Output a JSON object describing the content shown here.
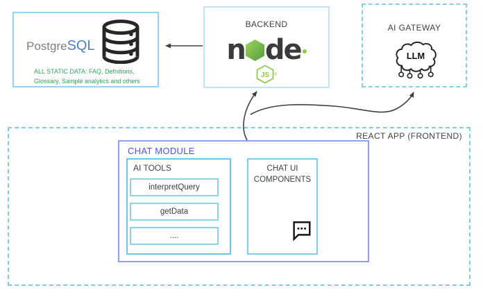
{
  "colors": {
    "solid_box_border": "#93d4ee",
    "backend_box_border": "#c0e5f4",
    "dashed_box_border": "#7fccea",
    "chat_module_border": "#8d9ff5",
    "chat_module_label": "#4355ef",
    "inner_tool_border": "#8ad3ef",
    "green_text": "#2ea35c",
    "node_green": "#8cc84b",
    "postgres_blue": "#4a80c2",
    "arrow": "#404040",
    "label_text": "#3d4148"
  },
  "postgres": {
    "icon": "database-icon",
    "wordmark_prefix": "Postgre",
    "wordmark_suffix": "SQL",
    "description_lines": [
      "ALL STATIC DATA: FAQ, Defnitions,",
      "Glossary, Sample analytics and others"
    ]
  },
  "backend": {
    "title": "BACKEND",
    "logo": {
      "icon": "nodejs-logo",
      "left": "n",
      "right": "de",
      "js": "JS",
      "registered": "®"
    }
  },
  "gateway": {
    "title": "AI GATEWAY",
    "icon": "llm-brain-icon",
    "llm": "LLM"
  },
  "react_app": {
    "title": "REACT APP (FRONTEND)"
  },
  "chat_module": {
    "title": "CHAT MODULE",
    "ai_tools": {
      "title": "AI TOOLS",
      "tools": [
        "interpretQuery",
        "getData",
        "...."
      ]
    },
    "chat_ui": {
      "title": "CHAT UI COMPONENTS",
      "icon": "chat-bubble-icon"
    }
  }
}
